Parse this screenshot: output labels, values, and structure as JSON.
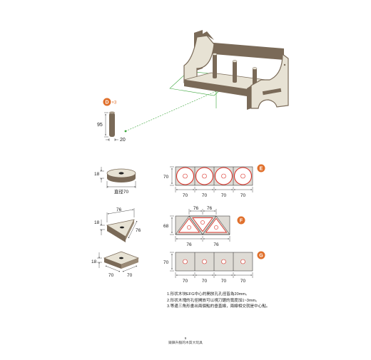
{
  "colors": {
    "wood_face": "#e7e2d4",
    "wood_edge": "#7a6a58",
    "circle_red": "#d9342b",
    "part_grey": "#dedbd5",
    "badge_orange": "#e0702c",
    "guide_green": "#3aa53a"
  },
  "part_d": {
    "badge": "D",
    "qty": "×3",
    "height": "95",
    "width": "20"
  },
  "part_e": {
    "badge": "E",
    "thickness": "18",
    "diameter": "直径70",
    "row_height": "70",
    "cell_widths": [
      "70",
      "70",
      "70",
      "70"
    ]
  },
  "part_f": {
    "badge": "F",
    "thickness": "18",
    "side_top": "76",
    "side_right": "76",
    "row_height": "68",
    "top_widths": [
      "76",
      "76"
    ],
    "bottom_widths": [
      "76",
      "76"
    ]
  },
  "part_g": {
    "badge": "G",
    "thickness": "18",
    "side_a": "70",
    "side_b": "70",
    "row_height": "70",
    "cell_widths": [
      "70",
      "70",
      "70",
      "70"
    ]
  },
  "notes": [
    "1.形状木块EFG中心的開放孔孔徑皆為20mm。",
    "2.形状木塊的孔徑開放可以視刀鋸的寬度加1~3mm。",
    "3.等邊三角形畫出兩個點的垂直線，兩線相交就是中心點。"
  ],
  "footer": {
    "page_number": "9",
    "caption": "鍛鍊升腦的木質大玩具"
  }
}
